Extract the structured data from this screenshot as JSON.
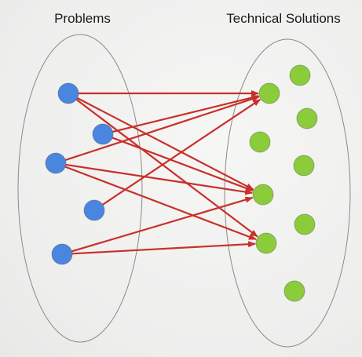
{
  "diagram": {
    "left_title": "Problems",
    "right_title": "Technical Solutions",
    "colors": {
      "problem_node": "#4a86e0",
      "solution_node": "#8bcc3a",
      "arrow": "#c8302a",
      "group_outline": "#8a8a8a"
    },
    "links": [
      {
        "from": "p1",
        "to": "s1"
      },
      {
        "from": "p1",
        "to": "s4"
      },
      {
        "from": "p1",
        "to": "s5"
      },
      {
        "from": "p2",
        "to": "s1"
      },
      {
        "from": "p2",
        "to": "s4"
      },
      {
        "from": "p3",
        "to": "s1"
      },
      {
        "from": "p3",
        "to": "s4"
      },
      {
        "from": "p3",
        "to": "s5"
      },
      {
        "from": "p4",
        "to": "s1"
      },
      {
        "from": "p5",
        "to": "s4"
      },
      {
        "from": "p5",
        "to": "s5"
      }
    ]
  }
}
